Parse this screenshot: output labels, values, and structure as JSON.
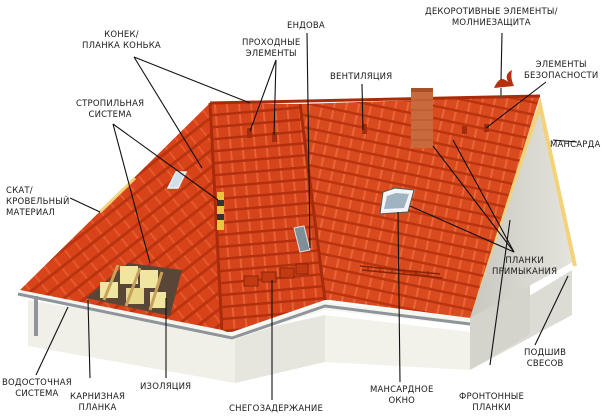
{
  "labels": {
    "konek": [
      "КОНЕК/",
      "ПЛАНКА КОНЬКА"
    ],
    "endova": [
      "ЕНДОВА"
    ],
    "prohodnye": [
      "ПРОХОДНЫЕ",
      "ЭЛЕМЕНТЫ"
    ],
    "dekor": [
      "ДЕКОРОТИВНЫЕ ЭЛЕМЕНТЫ/",
      "МОЛНИЕЗАЩИТА"
    ],
    "bezopasnost": [
      "ЭЛЕМЕНТЫ",
      "БЕЗОПАСНОСТИ"
    ],
    "ventilyaciya": [
      "ВЕНТИЛЯЦИЯ"
    ],
    "stropilnaya": [
      "СТРОПИЛЬНАЯ",
      "СИСТЕМА"
    ],
    "mansarda": [
      "МАНСАРДА"
    ],
    "skat": [
      "СКАТ/",
      "КРОВЕЛЬНЫЙ",
      "МАТЕРИАЛ"
    ],
    "planki_prim": [
      "ПЛАНКИ",
      "ПРИМЫКАНИЯ"
    ],
    "podshiv": [
      "ПОДШИВ",
      "СВЕСОВ"
    ],
    "vodostok": [
      "ВОДОСТОЧНАЯ",
      "СИСТЕМА"
    ],
    "karniz": [
      "КАРНИЗНАЯ",
      "ПЛАНКА"
    ],
    "izolyaciya": [
      "ИЗОЛЯЦИЯ"
    ],
    "snegozaderzhanie": [
      "СНЕГОЗАДЕРЖАНИЕ"
    ],
    "mansard_okno": [
      "МАНСАРДНОЕ",
      "ОКНО"
    ],
    "frontonnye": [
      "ФРОНТОННЫЕ",
      "ПЛАНКИ"
    ]
  },
  "colors": {
    "roof": "#d8431a",
    "roof_dark": "#b5300f",
    "roof_light": "#ec6a3c",
    "wall": "#ecece4",
    "gable": "#d9d9d2",
    "fascia": "#f4d27a",
    "chimney": "#c96a3c",
    "gutter": "#9aa0a6",
    "leader": "#111111"
  }
}
